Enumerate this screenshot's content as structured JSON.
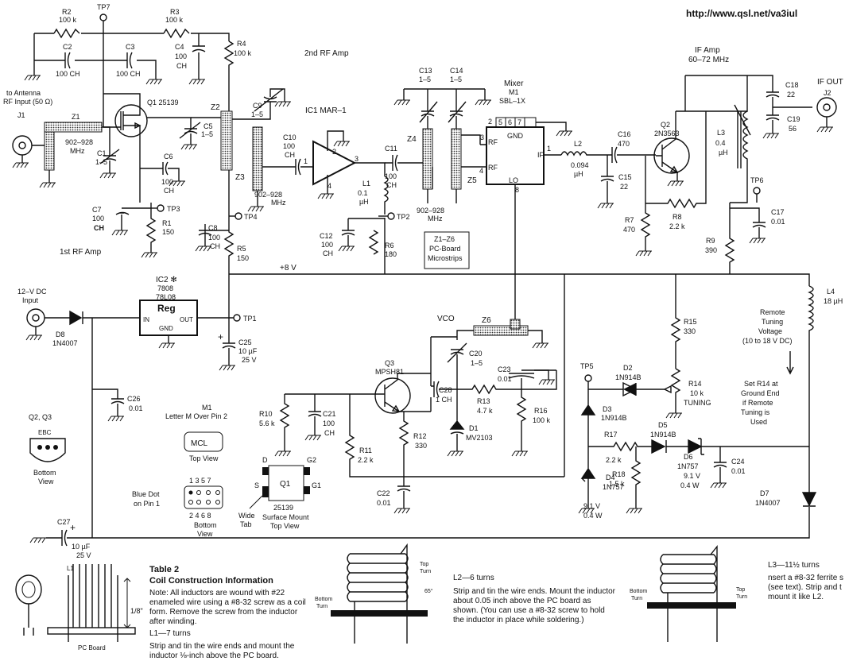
{
  "url": "http://www.qsl.net/va3iul",
  "sections": {
    "rf2": "2nd RF Amp",
    "rf1": "1st RF Amp",
    "ifamp": "IF Amp",
    "ifamp_freq": "60–72 MHz",
    "ifout": "IF OUT",
    "vco": "VCO",
    "plus8": "+8 V",
    "mixer": "Mixer",
    "mixer_ref": "M1",
    "mixer_part": "SBL–1X",
    "ic1": "IC1 MAR–1",
    "ic2": "IC2 ✻",
    "ic2_a": "7808",
    "ic2_b": "78L08",
    "reg": "Reg",
    "reg_in": "IN",
    "reg_out": "OUT",
    "reg_gnd": "GND",
    "input12v_a": "12–V DC",
    "input12v_b": "Input",
    "antenna_a": "to Antenna",
    "antenna_b": "RF Input (50 Ω)",
    "microstrips": [
      "Z1–Z6",
      "PC-Board",
      "Microstrips"
    ],
    "remote_tuning": [
      "Remote",
      "Tuning",
      "Voltage",
      "(10 to 18 V DC)"
    ],
    "set_r14": [
      "Set R14 at",
      "Ground End",
      "if Remote",
      "Tuning is",
      "Used"
    ]
  },
  "parts": {
    "R2": [
      "R2",
      "100 k"
    ],
    "TP7": "TP7",
    "R3": [
      "R3",
      "100 k"
    ],
    "C2": [
      "C2",
      "100 CH"
    ],
    "C3": [
      "C3",
      "100 CH"
    ],
    "C4": [
      "C4",
      "100",
      "CH"
    ],
    "R4": [
      "R4",
      "100 k"
    ],
    "J1": "J1",
    "Z1": [
      "Z1",
      "902–928",
      "MHz"
    ],
    "Q1": "Q1 25139",
    "C1": [
      "C1",
      "1–5"
    ],
    "Z2": "Z2",
    "C5": [
      "C5",
      "1–5"
    ],
    "C6": [
      "C6",
      "100",
      "CH"
    ],
    "C7": [
      "C7",
      "100",
      "CH"
    ],
    "TP3": "TP3",
    "R1": [
      "R1",
      "150"
    ],
    "TP4": "TP4",
    "C8": [
      "C8",
      "100",
      "CH"
    ],
    "R5": [
      "R5",
      "150"
    ],
    "C9": [
      "C9",
      "1–5"
    ],
    "C10": [
      "C10",
      "100",
      "CH"
    ],
    "Z3": [
      "Z3",
      "902–928",
      "MHz"
    ],
    "L1": [
      "L1",
      "0.1",
      "µH"
    ],
    "TP2": "TP2",
    "C12": [
      "C12",
      "100",
      "CH"
    ],
    "R6": [
      "R6",
      "180"
    ],
    "C11": [
      "C11",
      "100",
      "CH"
    ],
    "C13": [
      "C13",
      "1–5"
    ],
    "C14": [
      "C14",
      "1–5"
    ],
    "Z4": "Z4",
    "Z5": [
      "Z5",
      "902–928",
      "MHz"
    ],
    "M1pins": [
      "2",
      "5",
      "6",
      "7",
      "3",
      "4",
      "1",
      "8"
    ],
    "M1lbl": [
      "GND",
      "RF",
      "RF",
      "LO",
      "IF"
    ],
    "L2": [
      "L2",
      "0.094",
      "µH"
    ],
    "C16": [
      "C16",
      "470"
    ],
    "C15": [
      "C15",
      "22"
    ],
    "Q2": [
      "Q2",
      "2N3563"
    ],
    "R7": [
      "R7",
      "470"
    ],
    "R8": [
      "R8",
      "2.2 k"
    ],
    "C18": [
      "C18",
      "22"
    ],
    "C19": [
      "C19",
      "56"
    ],
    "J2": "J2",
    "L3": [
      "L3",
      "0.4",
      "µH"
    ],
    "TP6": "TP6",
    "C17": [
      "C17",
      "0.01"
    ],
    "R9": [
      "R9",
      "390"
    ],
    "L4": [
      "L4",
      "18 µH"
    ],
    "D8": [
      "D8",
      "1N4007"
    ],
    "TP1": "TP1",
    "C25": [
      "C25",
      "10 µF",
      "25 V"
    ],
    "C26": [
      "C26",
      "0.01"
    ],
    "Z6": "Z6",
    "C20": [
      "C20",
      "1–5"
    ],
    "Q3": [
      "Q3",
      "MPSH81"
    ],
    "C28": [
      "C28",
      "1 CH"
    ],
    "R13": [
      "R13",
      "4.7 k"
    ],
    "C23": [
      "C23",
      "0.01"
    ],
    "R16": [
      "R16",
      "100 k"
    ],
    "D1": [
      "D1",
      "MV2103"
    ],
    "R10": [
      "R10",
      "5.6 k"
    ],
    "C21": [
      "C21",
      "100",
      "CH"
    ],
    "R11": [
      "R11",
      "2.2 k"
    ],
    "R12": [
      "R12",
      "330"
    ],
    "C22": [
      "C22",
      "0.01"
    ],
    "TP5": "TP5",
    "D2": [
      "D2",
      "1N914B"
    ],
    "R15": [
      "R15",
      "330"
    ],
    "R14": [
      "R14",
      "10 k",
      "TUNING"
    ],
    "D3": [
      "D3",
      "1N914B"
    ],
    "R17": [
      "R17",
      "2.2 k"
    ],
    "D5": [
      "D5",
      "1N914B"
    ],
    "D6": [
      "D6",
      "1N757",
      "9.1 V",
      "0.4 W"
    ],
    "C24": [
      "C24",
      "0.01"
    ],
    "D4": [
      "D4",
      "1N757"
    ],
    "R18": [
      "R18",
      "1.5 k"
    ],
    "D4v": [
      "9.1 V",
      "0.4 W"
    ],
    "D7": [
      "D7",
      "1N4007"
    ],
    "C27": [
      "C27",
      "10 µF",
      "25 V"
    ]
  },
  "pinouts": {
    "q2q3": [
      "Q2, Q3",
      "EBC",
      "Bottom",
      "View"
    ],
    "m1_top": [
      "M1",
      "Letter M Over Pin 2",
      "MCL",
      "Top View"
    ],
    "m1_bottom": [
      "Blue Dot",
      "on Pin 1",
      "1 3 5 7",
      "2 4 6 8",
      "Bottom",
      "View"
    ],
    "q1_pkg": [
      "D",
      "G2",
      "S",
      "G1",
      "Q1",
      "25139",
      "Surface Mount",
      "Top View",
      "Wide",
      "Tab"
    ]
  },
  "table2": {
    "title": "Table 2",
    "subtitle": "Coil Construction Information",
    "note": [
      "Note: All inductors are wound with #22",
      "enameled wire using a #8-32 screw as a coil",
      "form. Remove the screw from the inductor",
      "after winding."
    ],
    "l1_head": "L1—7 turns",
    "l1_body": [
      "Strip and tin the wire ends and mount the",
      "inductor ⅛-inch above the PC board."
    ],
    "l2_head": "L2—6 turns",
    "l2_body": [
      "Strip and tin the wire ends. Mount the inductor",
      "about  0.05 inch above the PC board as",
      "shown. (You can use a #8-32 screw to hold",
      "the inductor in place while soldering.)"
    ],
    "l3_head": "L3—11½ turns",
    "l3_body": [
      "nsert a #8-32 ferrite s",
      "(see text). Strip and t",
      "mount it like L2."
    ],
    "fig_labels": [
      "L1",
      "1/8\"",
      "PC Board",
      "Top",
      "Turn",
      "Bottom",
      "Turn",
      "65°",
      "Bottom",
      "Turn",
      "Top",
      "Turn"
    ]
  }
}
